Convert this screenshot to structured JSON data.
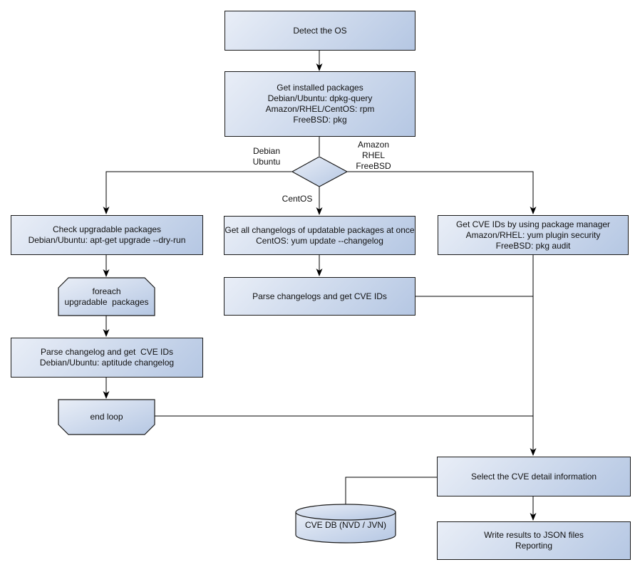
{
  "colors": {
    "node_light": "#e9eef7",
    "node_dark": "#b5c7e3",
    "border": "#1a1a1a",
    "line": "#000000",
    "text": "#111111",
    "bg": "#ffffff"
  },
  "nodes": {
    "detect_os": {
      "label": "Detect the OS",
      "shape": "rect"
    },
    "get_installed": {
      "label": "Get installed packages\nDebian/Ubuntu: dpkg-query\nAmazon/RHEL/CentOS: rpm\nFreeBSD: pkg",
      "shape": "rect"
    },
    "check_upgradable": {
      "label": "Check upgradable packages\nDebian/Ubuntu: apt-get upgrade --dry-run",
      "shape": "rect"
    },
    "foreach_loop": {
      "label": "foreach\nupgradable  packages",
      "shape": "loop-start"
    },
    "parse_changelog_deb": {
      "label": "Parse changelog and get  CVE IDs\nDebian/Ubuntu: aptitude changelog",
      "shape": "rect"
    },
    "end_loop": {
      "label": "end loop",
      "shape": "loop-end"
    },
    "get_all_changelogs": {
      "label": "Get all changelogs of updatable packages at once\nCentOS: yum update --changelog",
      "shape": "rect"
    },
    "parse_changelogs": {
      "label": "Parse changelogs and get CVE IDs",
      "shape": "rect"
    },
    "get_cve_pkgmgr": {
      "label": "Get CVE IDs by using package manager\nAmazon/RHEL: yum plugin security\nFreeBSD: pkg audit",
      "shape": "rect"
    },
    "select_cve_detail": {
      "label": "Select the CVE detail information",
      "shape": "rect"
    },
    "write_results": {
      "label": "Write results to JSON files\nReporting",
      "shape": "rect"
    },
    "cve_db": {
      "label": "CVE DB (NVD / JVN)",
      "shape": "cylinder"
    },
    "os_decision": {
      "label": "",
      "shape": "diamond"
    }
  },
  "edge_labels": {
    "left_branch": "Debian\nUbuntu",
    "right_branch": "Amazon\nRHEL\nFreeBSD",
    "middle_branch": "CentOS"
  }
}
